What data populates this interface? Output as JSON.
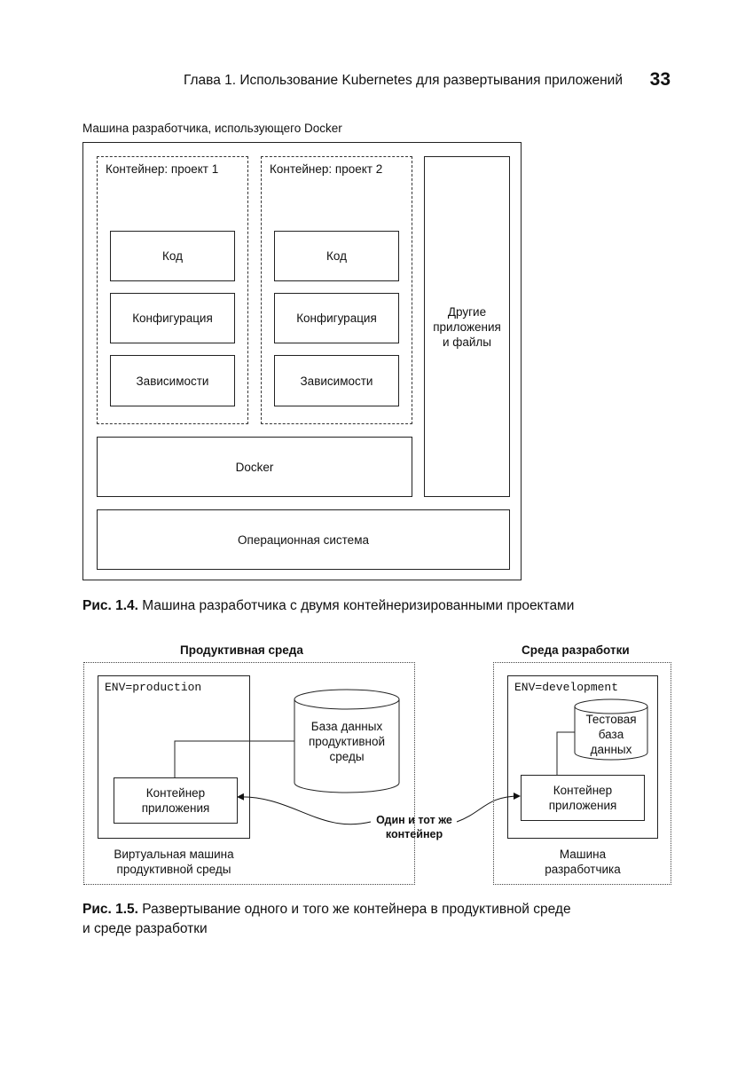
{
  "header": {
    "title": "Глава 1. Использование Kubernetes для развертывания приложений",
    "page_number": "33"
  },
  "fig1": {
    "top_label": "Машина разработчика, использующего Docker",
    "container1_title": "Контейнер: проект 1",
    "container2_title": "Контейнер: проект 2",
    "code": "Код",
    "config": "Конфигурация",
    "deps": "Зависимости",
    "other_apps": [
      "Другие",
      "приложения",
      "и файлы"
    ],
    "docker": "Docker",
    "os": "Операционная система",
    "caption_num": "Рис. 1.4.",
    "caption_text": " Машина разработчика с двумя контейнеризированными проектами"
  },
  "fig2": {
    "prod_title": "Продуктивная среда",
    "dev_title": "Среда разработки",
    "prod_env": "ENV=production",
    "dev_env": "ENV=development",
    "prod_db": [
      "База данных",
      "продуктивной",
      "среды"
    ],
    "test_db": [
      "Тестовая",
      "база",
      "данных"
    ],
    "app_container": [
      "Контейнер",
      "приложения"
    ],
    "prod_vm": [
      "Виртуальная машина",
      "продуктивной среды"
    ],
    "dev_machine": [
      "Машина",
      "разработчика"
    ],
    "same_container": [
      "Один и тот же",
      "контейнер"
    ],
    "caption_num": "Рис. 1.5.",
    "caption_line1": " Развертывание одного и того же контейнера в продуктивной среде",
    "caption_line2": "и среде разработки"
  }
}
